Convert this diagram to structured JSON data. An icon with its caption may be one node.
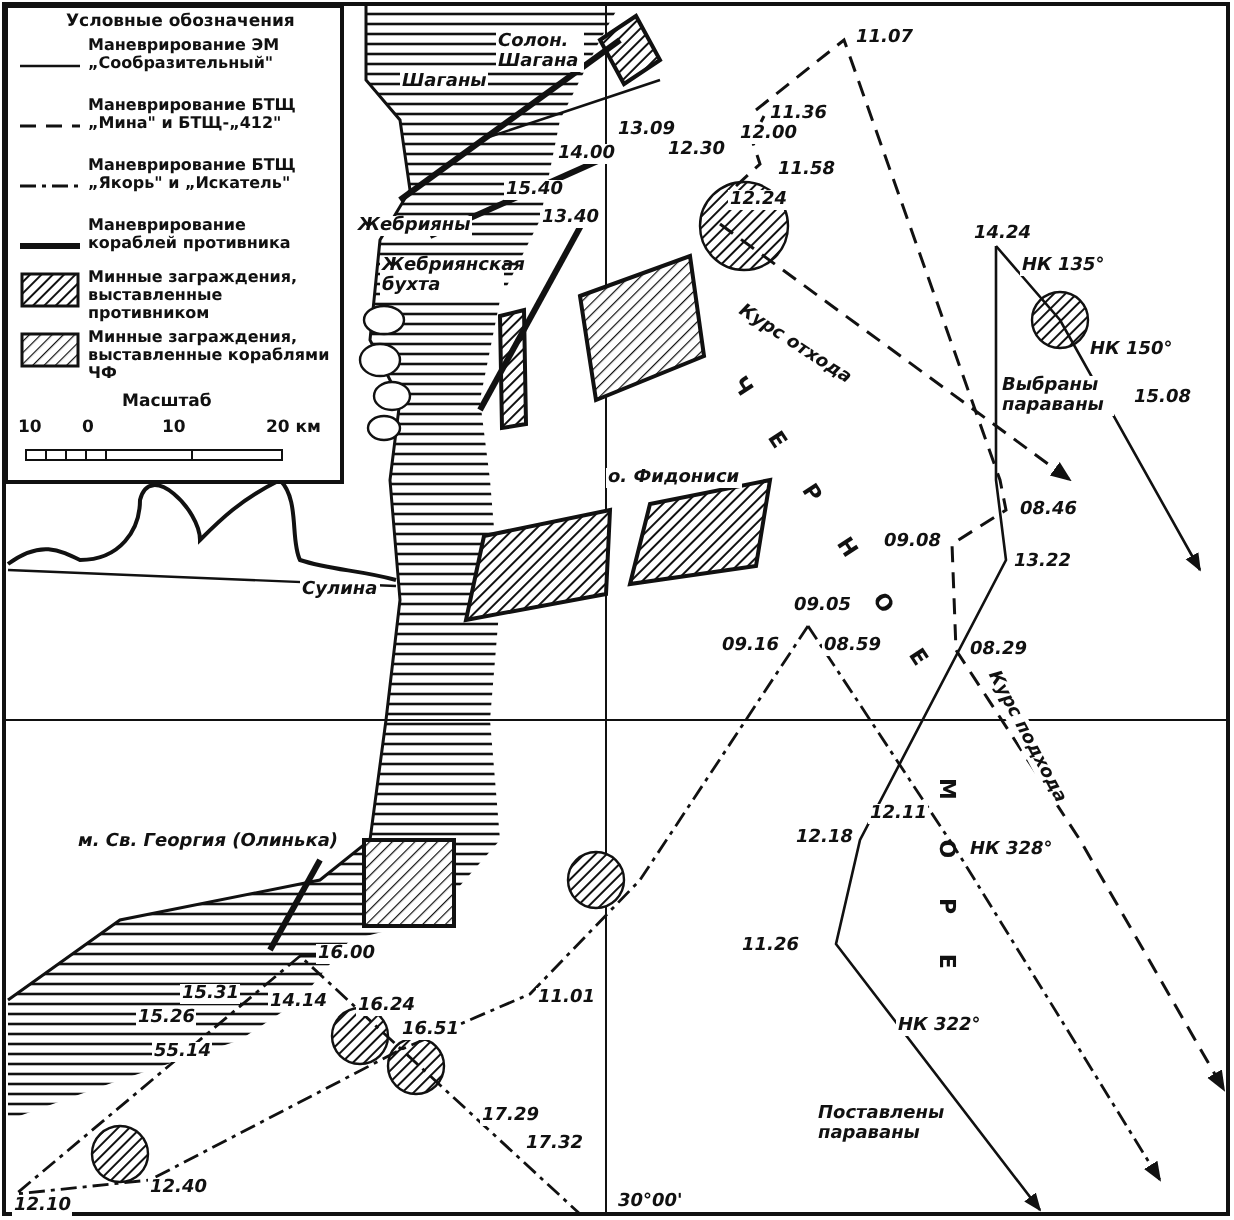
{
  "diagram": {
    "labels": [
      "Условные обозначения",
      "Масштаб",
      "10",
      "0",
      "10",
      "20 км",
      "Шаганы",
      "Солон. Шагана",
      "11.07",
      "13.09",
      "12.30",
      "11.36",
      "12.00",
      "14.00",
      "11.58",
      "15.40",
      "12.24",
      "13.40",
      "Жебрияны",
      "Жебриянская бухта",
      "14.24",
      "Курс отхода",
      "НК 135°",
      "НК 150°",
      "Выбраны параваны",
      "15.08",
      "о. Фидониси",
      "Ч Е Р Н О Е",
      "09.08",
      "08.46",
      "13.22",
      "Сулина",
      "09.05",
      "09.16",
      "08.59",
      "08.29",
      "Курс подхода",
      "12.11",
      "м. Св. Георгия (Олинька)",
      "12.18",
      "НК 328°",
      "М О Р Е",
      "16.00",
      "11.26",
      "15.31",
      "14.14",
      "16.24",
      "11.01",
      "15.26",
      "16.51",
      "55.14",
      "НК 322°",
      "17.29",
      "Поставлены параваны",
      "17.32",
      "12.40",
      "12.10",
      "30°00'"
    ],
    "legend": [
      {
        "text": "Маневрирование ЭМ „Сообразительный\""
      },
      {
        "text": "Маневрирование БТЩ „Мина\" и БТЩ-„412\""
      },
      {
        "text": "Маневрирование БТЩ „Якорь\" и „Искатель\""
      },
      {
        "text": "Маневрирование кораблей противника"
      },
      {
        "text": "Минные заграждения, выставленные противником"
      },
      {
        "text": "Минные заграждения, выставленные кораблями ЧФ"
      }
    ]
  }
}
